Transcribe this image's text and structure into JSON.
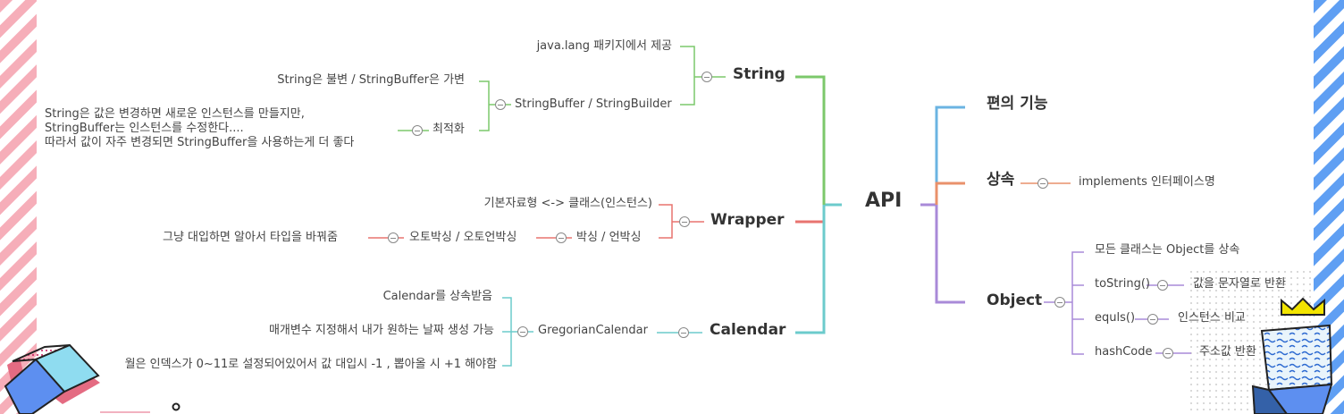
{
  "colors": {
    "green": "#7cc86b",
    "red": "#e8736f",
    "teal": "#6ccbcc",
    "blue": "#6bb4e2",
    "orange": "#e9916b",
    "purple": "#a98ad8",
    "stripe_left": "#f6aeb9",
    "stripe_right": "#5f9ff3",
    "crown": "#f2e400"
  },
  "mindmap": {
    "root": "API",
    "left": [
      {
        "label": "String",
        "children": [
          {
            "label": "java.lang 패키지에서 제공"
          },
          {
            "label": "StringBuffer / StringBuilder",
            "children": [
              {
                "label": "String은 불변 / StringBuffer은 가변"
              },
              {
                "label": "최적화",
                "children": [
                  {
                    "label": "String은 값은 변경하면 새로운 인스턴스를 만들지만,\nStringBuffer는 인스턴스를 수정한다....\n따라서 값이 자주 변경되면 StringBuffer을 사용하는게 더 좋다"
                  }
                ]
              }
            ]
          }
        ]
      },
      {
        "label": "Wrapper",
        "children": [
          {
            "label": "기본자료형 <-> 클래스(인스턴스)"
          },
          {
            "label": "박싱 / 언박싱",
            "children": [
              {
                "label": "오토박싱 / 오토언박싱",
                "children": [
                  {
                    "label": "그냥 대입하면 알아서 타입을 바꿔줌"
                  }
                ]
              }
            ]
          }
        ]
      },
      {
        "label": "Calendar",
        "children": [
          {
            "label": "GregorianCalendar",
            "children": [
              {
                "label": "Calendar를 상속받음"
              },
              {
                "label": "매개변수 지정해서 내가 원하는 날짜 생성 가능"
              },
              {
                "label": "월은 인덱스가 0~11로 설정되어있어서 값 대입시 -1 , 뽑아올 시 +1 해야함"
              }
            ]
          }
        ]
      }
    ],
    "right": [
      {
        "label": "편의 기능"
      },
      {
        "label": "상속",
        "children": [
          {
            "label": "implements 인터페이스명"
          }
        ]
      },
      {
        "label": "Object",
        "children": [
          {
            "label": "모든 클래스는 Object를 상속"
          },
          {
            "label": "toString()",
            "children": [
              {
                "label": "값을 문자열로 반환"
              }
            ]
          },
          {
            "label": "equls()",
            "children": [
              {
                "label": "인스턴스 비교"
              }
            ]
          },
          {
            "label": "hashCode",
            "children": [
              {
                "label": "주소값 반환"
              }
            ]
          }
        ]
      }
    ]
  }
}
